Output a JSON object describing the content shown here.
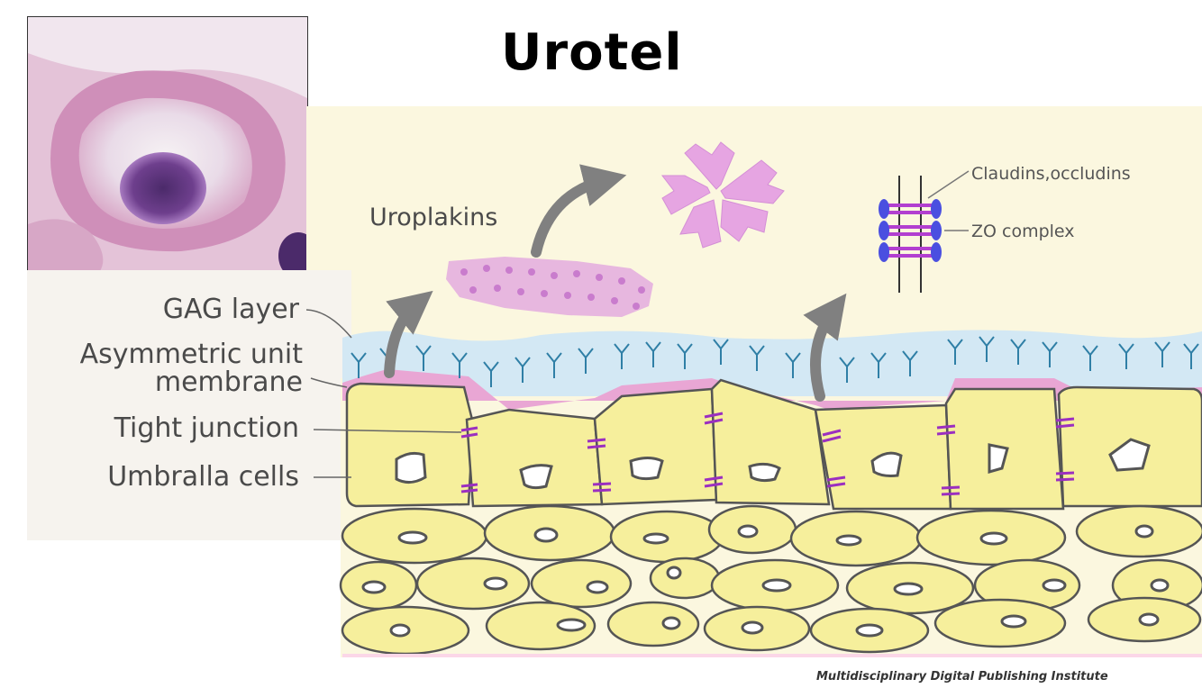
{
  "title": "Urotel",
  "labels": {
    "gag_layer": "GAG layer",
    "asym_line1": "Asymmetric unit",
    "asym_line2": "membrane",
    "tight_junction": "Tight junction",
    "umbrella_cells": "Umbralla cells",
    "uroplakins": "Uroplakins",
    "claudins": "Claudins,occludins",
    "zo_complex": "ZO complex"
  },
  "credit": "Multidisciplinary Digital Publishing Institute",
  "colors": {
    "background_panel": "#fbf7df",
    "cell_fill": "#f6ef9c",
    "cell_outline": "#555555",
    "gag": "#cfe6f3",
    "membrane": "#e9a6d4",
    "junction": "#9b2fc0",
    "zo": "#4a4fe0",
    "arrow": "#808080"
  }
}
